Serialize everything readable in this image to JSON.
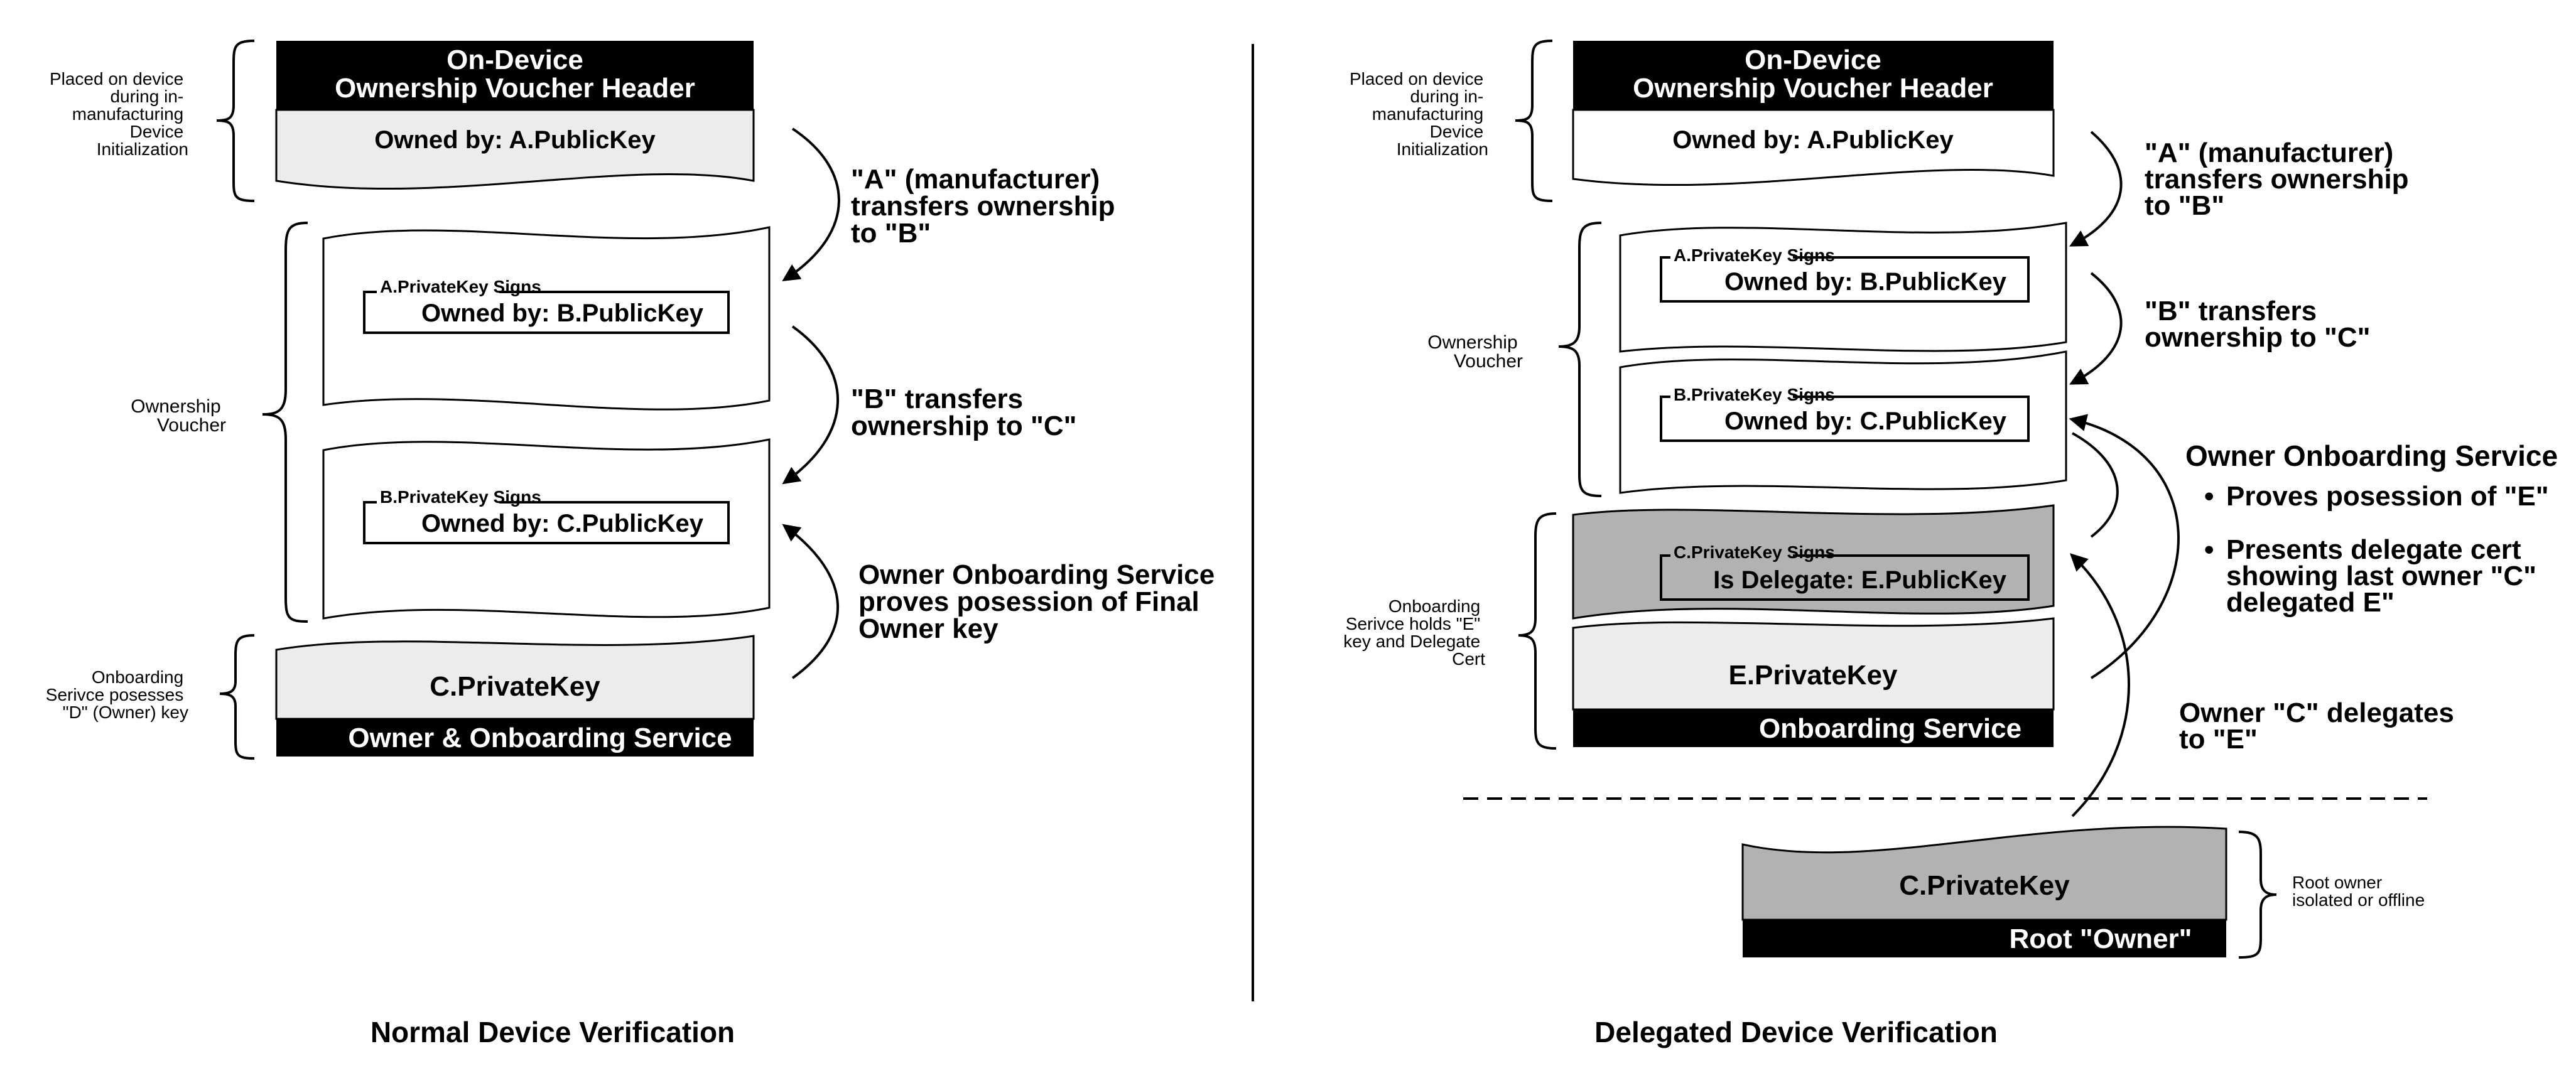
{
  "left": {
    "header_line1": "On-Device",
    "header_line2": "Ownership Voucher Header",
    "owned_a": "Owned by: A.PublicKey",
    "entry1_sign": "A.PrivateKey Signs",
    "entry1_owned": "Owned by: B.PublicKey",
    "entry2_sign": "B.PrivateKey Signs",
    "entry2_owned": "Owned by: C.PublicKey",
    "privkey": "C.PrivateKey",
    "owner_bar": "Owner & Onboarding Service",
    "brace_device": [
      "Placed on device",
      "during in-",
      "manufacturing",
      "Device",
      "Initialization"
    ],
    "brace_voucher": [
      "Ownership",
      "Voucher"
    ],
    "brace_onboarding": [
      "Onboarding",
      "Serivce posesses",
      "\"D\" (Owner) key"
    ],
    "note1": [
      "\"A\" (manufacturer)",
      "transfers ownership",
      "to \"B\""
    ],
    "note2": [
      "\"B\" transfers",
      "ownership to \"C\""
    ],
    "note3": [
      "Owner Onboarding Service",
      "proves posession of Final",
      "Owner key"
    ],
    "caption": "Normal Device Verification"
  },
  "right": {
    "header_line1": "On-Device",
    "header_line2": "Ownership Voucher Header",
    "owned_a": "Owned by: A.PublicKey",
    "entry1_sign": "A.PrivateKey Signs",
    "entry1_owned": "Owned by: B.PublicKey",
    "entry2_sign": "B.PrivateKey Signs",
    "entry2_owned": "Owned by: C.PublicKey",
    "entry3_sign": "C.PrivateKey Signs",
    "entry3_owned": "Is Delegate: E.PublicKey",
    "privkey_e": "E.PrivateKey",
    "onboarding_bar": "Onboarding Service",
    "privkey_c": "C.PrivateKey",
    "root_bar": "Root \"Owner\"",
    "brace_device": [
      "Placed on device",
      "during in-",
      "manufacturing",
      "Device",
      "Initialization"
    ],
    "brace_voucher": [
      "Ownership",
      "Voucher"
    ],
    "brace_onboarding": [
      "Onboarding",
      "Serivce holds \"E\"",
      "key and Delegate",
      "Cert"
    ],
    "brace_root": [
      "Root owner",
      "isolated or offline"
    ],
    "note1": [
      "\"A\" (manufacturer)",
      "transfers ownership",
      "to \"B\""
    ],
    "note2": [
      "\"B\" transfers",
      "ownership to \"C\""
    ],
    "note3_title": "Owner Onboarding Service",
    "note3_bullet1": "Proves posession of \"E\"",
    "note3_bullet2": [
      "Presents delegate cert",
      "showing last owner \"C\"",
      "delegated E\""
    ],
    "note4": [
      "Owner \"C\" delegates",
      "to \"E\""
    ],
    "caption": "Delegated Device Verification"
  },
  "colors": {
    "black": "#000000",
    "light_gray": "#ececec",
    "mid_gray": "#b2b2b2",
    "white": "#ffffff"
  }
}
